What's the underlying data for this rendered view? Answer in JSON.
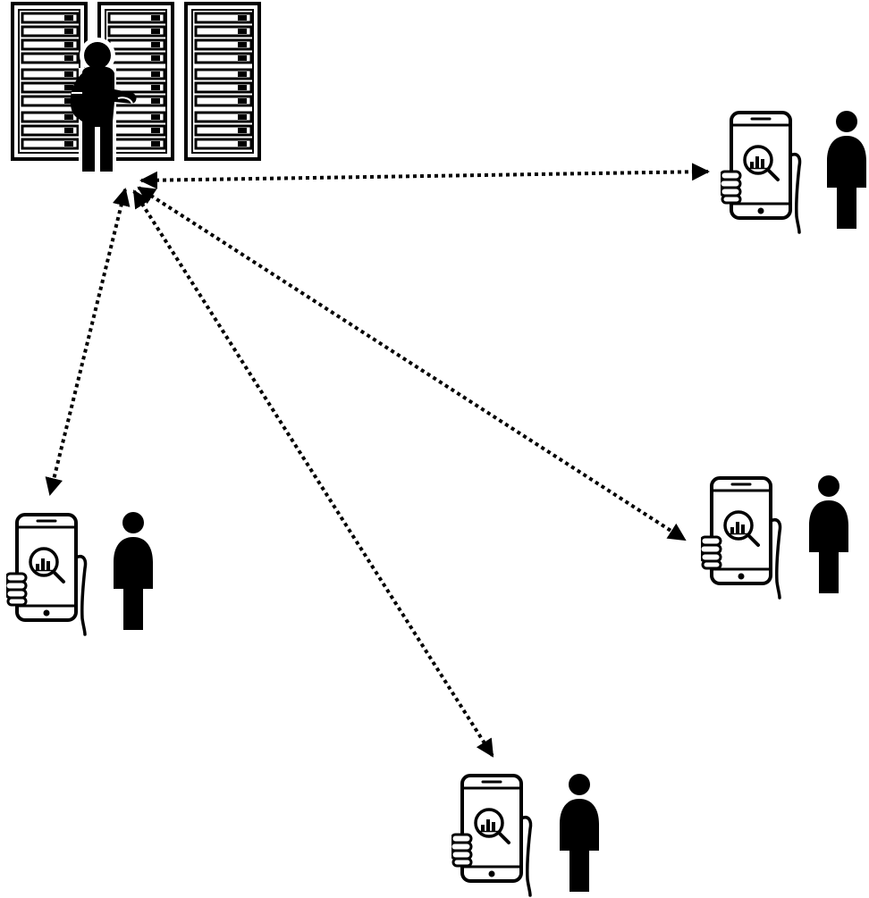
{
  "diagram": {
    "hub": {
      "icons": [
        "server-rack-icon",
        "server-rack-icon",
        "server-rack-icon",
        "administrator-person-icon"
      ]
    },
    "clients": [
      {
        "id": "client-1",
        "icons": [
          "hand-holding-phone-icon",
          "analytics-magnifier-icon",
          "person-icon"
        ]
      },
      {
        "id": "client-2",
        "icons": [
          "hand-holding-phone-icon",
          "analytics-magnifier-icon",
          "person-icon"
        ]
      },
      {
        "id": "client-3",
        "icons": [
          "hand-holding-phone-icon",
          "analytics-magnifier-icon",
          "person-icon"
        ]
      },
      {
        "id": "client-4",
        "icons": [
          "hand-holding-phone-icon",
          "analytics-magnifier-icon",
          "person-icon"
        ]
      }
    ],
    "connections": [
      {
        "from": "hub",
        "to": "client-1",
        "style": "dotted",
        "arrowheads": "both"
      },
      {
        "from": "hub",
        "to": "client-2",
        "style": "dotted",
        "arrowheads": "both"
      },
      {
        "from": "hub",
        "to": "client-3",
        "style": "dotted",
        "arrowheads": "both"
      },
      {
        "from": "hub",
        "to": "client-4",
        "style": "dotted",
        "arrowheads": "both"
      }
    ],
    "colors": {
      "ink": "#000000",
      "background": "#ffffff"
    }
  }
}
